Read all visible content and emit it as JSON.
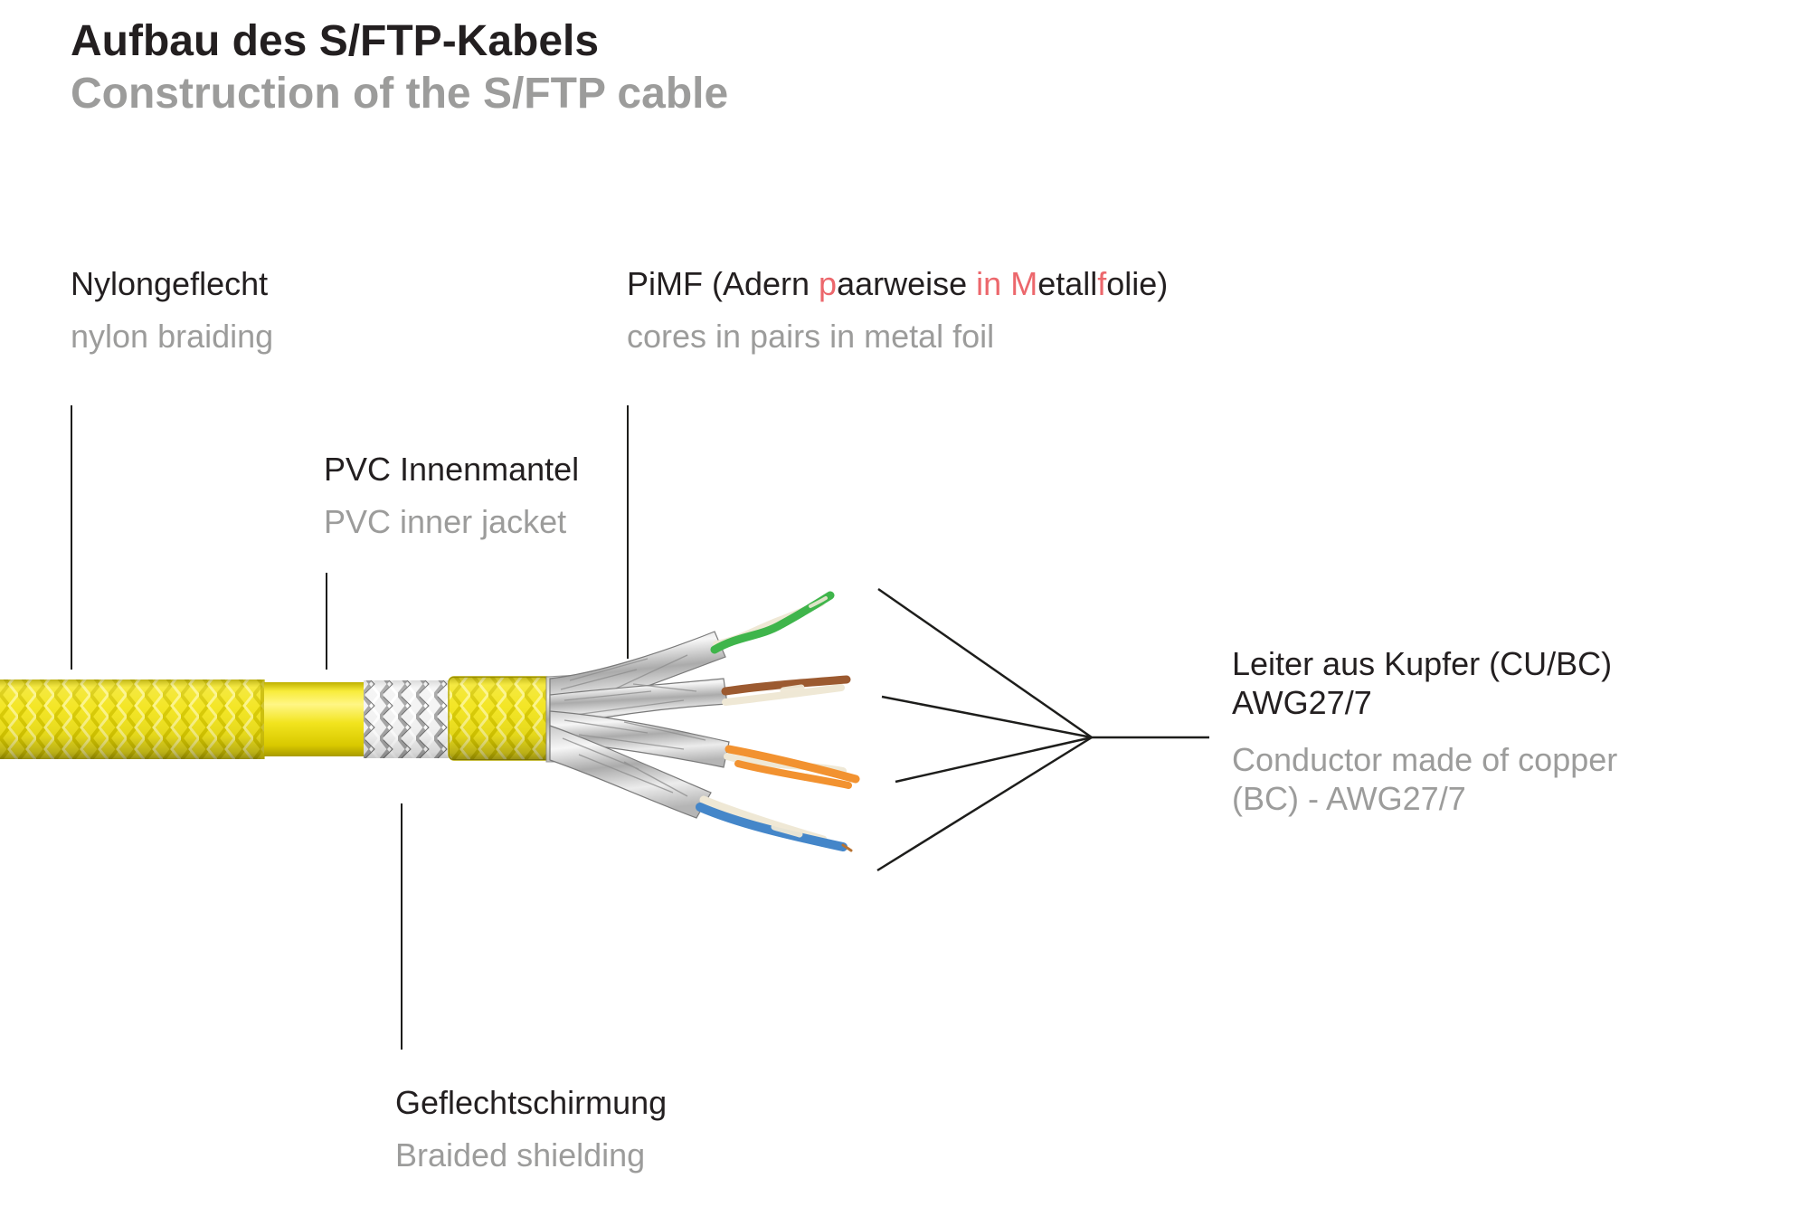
{
  "page": {
    "background": "#ffffff"
  },
  "header": {
    "title_de": "Aufbau des S/FTP-Kabels",
    "title_en": "Construction of the S/FTP cable"
  },
  "labels": {
    "nylon": {
      "de": "Nylongeflecht",
      "en": "nylon braiding"
    },
    "pimf": {
      "de_plain": "PiMF (Adern paarweise in Metallfolie)",
      "de_segments": [
        {
          "t": "PiMF (Adern ",
          "c": "#231f20"
        },
        {
          "t": "p",
          "c": "#ec676c"
        },
        {
          "t": "aarweise ",
          "c": "#231f20"
        },
        {
          "t": "in",
          "c": "#ec676c"
        },
        {
          "t": " ",
          "c": "#231f20"
        },
        {
          "t": "M",
          "c": "#ec676c"
        },
        {
          "t": "etall",
          "c": "#231f20"
        },
        {
          "t": "f",
          "c": "#ec676c"
        },
        {
          "t": "olie)",
          "c": "#231f20"
        }
      ],
      "en": "cores in pairs in metal foil"
    },
    "pvc": {
      "de": "PVC Innenmantel",
      "en": "PVC inner jacket"
    },
    "shield": {
      "de": "Geflechtschirmung",
      "en": "Braided shielding"
    },
    "conductor": {
      "de": [
        "Leiter aus Kupfer (CU/BC)",
        "AWG27/7"
      ],
      "en": [
        "Conductor made of copper",
        "(BC) - AWG27/7"
      ]
    }
  },
  "cable_parts": [
    {
      "name": "nylon-braiding",
      "appearance": "yellow braided sleeve"
    },
    {
      "name": "pvc-inner-jacket",
      "appearance": "smooth yellow jacket"
    },
    {
      "name": "braided-shielding",
      "appearance": "silver wire braid"
    },
    {
      "name": "nylon-braid-ring",
      "appearance": "yellow braided ring"
    },
    {
      "name": "foiled-pairs",
      "appearance": "4 pairs in metal foil with green, brown, orange, blue cores"
    }
  ],
  "colors": {
    "text_primary": "#231f20",
    "text_secondary": "#9c9c9b",
    "accent_red": "#ec676c",
    "leader_line": "#1d1d1b",
    "jacket_yellow": "#f3e51d",
    "braid_shadow_yellow": "#d8ca00",
    "braid_highlight_yellow": "#fcf483",
    "silver_light": "#f4f4f4",
    "silver_dark": "#a6a6a6",
    "wire_green": "#3fb54b",
    "wire_brown": "#9c5a30",
    "wire_orange": "#f29230",
    "wire_blue": "#4486c9",
    "wire_white": "#efe8d5",
    "copper": "#b87333"
  }
}
